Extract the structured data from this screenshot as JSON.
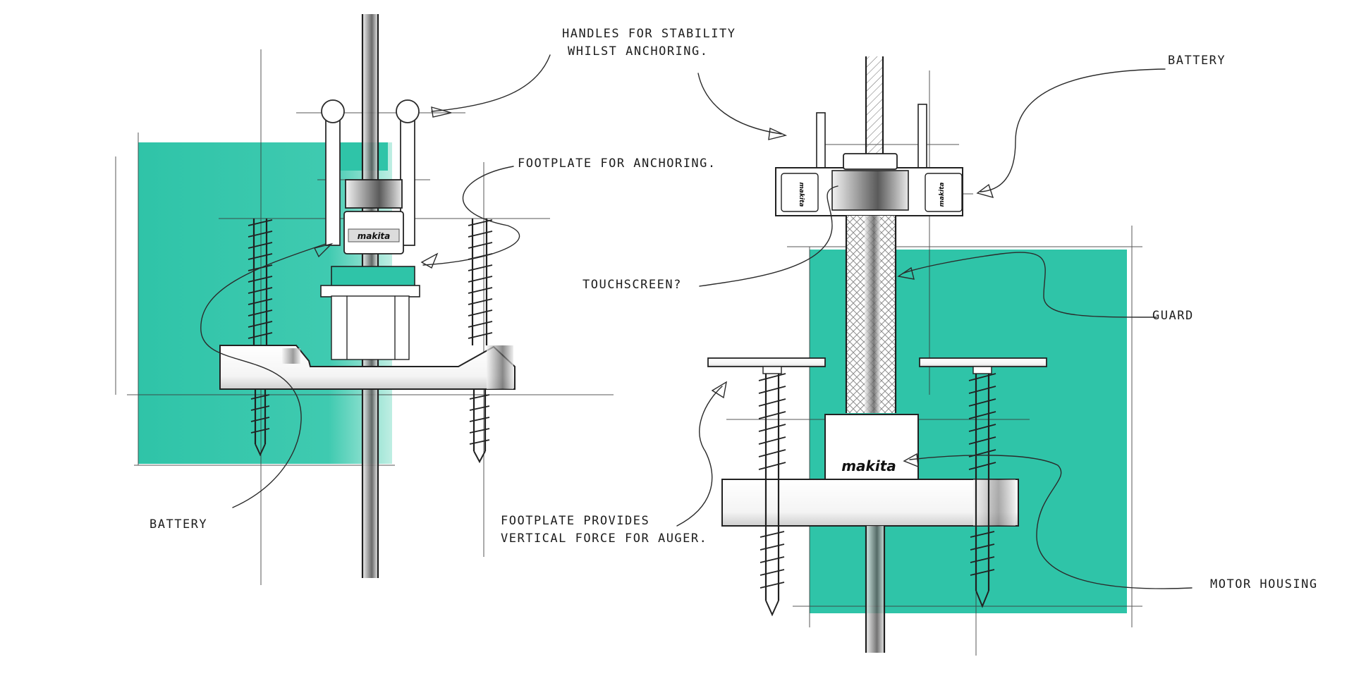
{
  "colors": {
    "teal": "#2fc4a8",
    "ink": "#222222",
    "metal": "#8a8a8a",
    "paper": "#ffffff"
  },
  "labels": {
    "handles_line1": "HANDLES FOR STABILITY",
    "handles_line2": "WHILST ANCHORING.",
    "footplate_anchoring": "FOOTPLATE FOR ANCHORING.",
    "battery_left": "BATTERY",
    "battery_right": "BATTERY",
    "touchscreen": "TOUCHSCREEN?",
    "guard": "GUARD",
    "footplate_force_line1": "FOOTPLATE PROVIDES",
    "footplate_force_line2": "VERTICAL FORCE FOR AUGER.",
    "motor_housing": "MOTOR HOUSING"
  },
  "brand": {
    "logo_text": "makita"
  }
}
